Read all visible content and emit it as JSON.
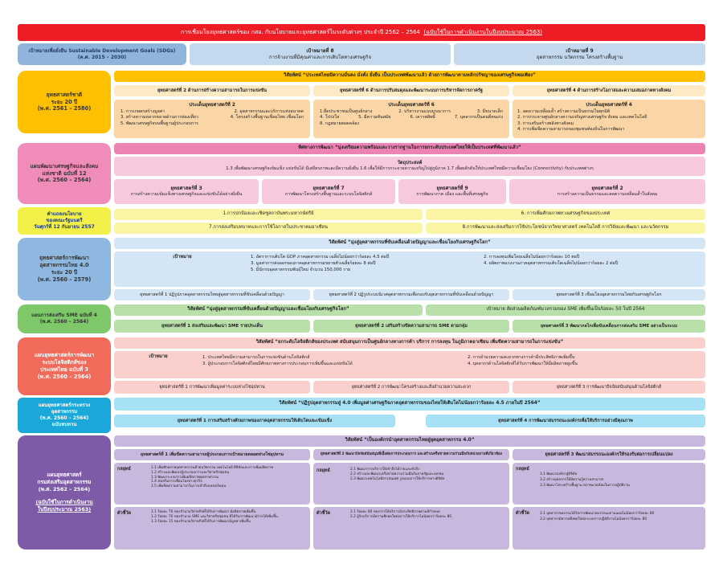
{
  "header": {
    "title": "การเชื่อมโยงยุทธศาสตร์ของ กสอ. กับนโยบายและยุทธศาสตร์ในระดับต่างๆ ประจำปี 2562 – 2564",
    "note": "(ฉบับใช้ในการดำเนินงานในปีงบประมาณ 2563)"
  },
  "sdg": {
    "title": "เป้าหมายเพื่อยั่งยืน Sustainable Development Goals (SDGs)",
    "period": "(ค.ศ. 2015 – 2030)",
    "goal8": {
      "title": "เป้าหมายที่ 8",
      "text": "การจ้างงานที่มีคุณค่าและการเติบโตทางเศรษฐกิจ"
    },
    "goal9": {
      "title": "เป้าหมายที่ 9",
      "text": "อุตสาหกรรม นวัตกรรม โครงสร้างพื้นฐาน"
    }
  },
  "national": {
    "label": [
      "ยุทธศาสตร์ชาติ",
      "ระยะ 20 ปี",
      "(พ.ศ. 2561 – 2580)"
    ],
    "vision": "วิสัยทัศน์ “ประเทศไทยมีความมั่นคง มั่งคั่ง ยั่งยืน เป็นประเทศพัฒนาแล้ว ด้วยการพัฒนาตามหลักปรัชญาของเศรษฐกิจพอเพียง”",
    "strategies": [
      {
        "title": "ยุทธศาสตร์ที่ 2 ด้านการสร้างความสามารถในการแข่งขัน",
        "sub": "ประเด็นยุทธศาสตร์ที่ 2",
        "items": [
          "1. การเกษตรสร้างมูลค่า",
          "2. อุตสาหกรรมและบริการแห่งอนาคต",
          "3. สร้างความหลากหลายด้านการท่องเที่ยว",
          "4. โครงสร้างพื้นฐานเชื่อมไทย เชื่อมโลก",
          "5. พัฒนาเศรษฐกิจบนพื้นฐานผู้ประกอบการ"
        ]
      },
      {
        "title": "ยุทธศาสตร์ที่ 6 ด้านการปรับสมดุลและพัฒนาระบบการบริหารจัดการภาครัฐ",
        "sub": "ประเด็นยุทธศาสตร์ที่ 6",
        "items": [
          "1.ยึดประชาชนเป็นศูนย์กลาง",
          "2. บริหารงานแบบบูรณาการ",
          "3. มีขนาดเล็ก",
          "4. โปร่งใส",
          "5. มีความทันสมัย",
          "6. เคารพสิทธิ์",
          "7. บุคลากรเป็นคนดีคนเก่ง",
          "8. กฎหมายสอดคล้อง"
        ]
      },
      {
        "title": "ยุทธศาสตร์ที่ 4 ด้านการสร้างโอกาสและความเสมอภาคทางสังคม",
        "sub": "ประเด็นยุทธศาสตร์ที่ 4",
        "items": [
          "1. ลดความเหลื่อมล้ำ สร้างความเป็นธรรมในทุกมิติ",
          "2. การกระจายศูนย์กลางความเจริญทางเศรษฐกิจ สังคม และเทคโนโลยี",
          "3. การเสริมสร้างพลังทางสังคม",
          "4. การเพิ่มขีดความสามารถของชุมชนท้องถิ่นในการพัฒนา"
        ]
      }
    ]
  },
  "nesdp": {
    "label": [
      "แผนพัฒนาเศรษฐกิจและสังคม",
      "แห่งชาติ ฉบับที่ 12",
      "(พ.ศ. 2560 – 2564)"
    ],
    "direction": "ทิศทางการพัฒนา “มุ่งเตรียมความพร้อมและวางรากฐานในการยกระดับประเทศไทยให้เป็นประเทศที่พัฒนาแล้ว”",
    "obj_title": "วัตถุประสงค์",
    "obj_text": "1.3 เพื่อพัฒนาเศรษฐกิจเข้มแข็ง แข่งขันได้ มีเสถียรภาพและมีความยั่งยืน   1.6 เพื่อให้มีการกระจายความเจริญไปสู่ภูมิภาค   1.7 เพื่อผลักดันให้ประเทศไทยมีความเชื่อมโยง (Connectivity) กับประเทศต่างๆ",
    "strategies": [
      {
        "t": "ยุทธศาสตร์ที่ 3",
        "d": "การสร้างความเข้มแข็งทางเศรษฐกิจและแข่งขันได้อย่างยั่งยืน"
      },
      {
        "t": "ยุทธศาสตร์ที่ 7",
        "d": "การพัฒนาโครงสร้างพื้นฐานและระบบโลจิสติกส์"
      },
      {
        "t": "ยุทธศาสตร์ที่ 9",
        "d": "การพัฒนาภาค เมือง และพื้นที่เศรษฐกิจ"
      },
      {
        "t": "ยุทธศาสตร์ที่ 2",
        "d": "การสร้างความเป็นธรรมและลดความเหลื่อมล้ำในสังคม"
      }
    ]
  },
  "policy": {
    "label": [
      "คำแถลงนโยบาย",
      "ของคณะรัฐมนตรี",
      "วันศุกร์ที่ 12 กันยายน 2557"
    ],
    "items": [
      "1.การปกป้องและเชิดชูสถาบันพระมหากษัตริย์",
      "6. การเพิ่มศักยภาพทางเศรษฐกิจของประเทศ",
      "7.การส่งเสริมบทบาทและการใช้โอกาสในประชาคมอาเซียน",
      "8.การพัฒนาและส่งเสริมการใช้ประโยชน์จากวิทยาศาสตร์ เทคโนโลยี การวิจัยและพัฒนา และนวัตกรรม"
    ]
  },
  "industry": {
    "label": [
      "ยุทธศาสตร์การพัฒนา",
      "อุตสาหกรรมไทย 4.0",
      "ระยะ 20 ปี",
      "(พ.ศ. 2560 – 2579)"
    ],
    "vision": "วิสัยทัศน์ “มุ่งสู่อุตสาหกรรมที่ขับเคลื่อนด้วยปัญญาและเชื่อมโยงกับเศรษฐกิจโลก”",
    "target_label": "เป้าหมาย",
    "targets": [
      "1. อัตราการเติบโต GDP ภาคอุตสาหกรรม เฉลี่ยไม่น้อยกว่าร้อยละ 4.5 ต่อปี",
      "2. การลงทุนเพิ่มโดยเฉลี่ยไม่น้อยกว่าร้อยละ 10 ต่อปี",
      "3. มูลค่าการส่งออกของภาคอุตสาหกรรมขยายตัวเฉลี่ยร้อยละ 8 ต่อปี",
      "4. ผลิตภาพแรงงานภาคอุตสาหกรรมเติบโตเฉลี่ยไม่น้อยกว่าร้อยละ 2 ต่อปี",
      "5. มีนักรบอุตสาหกรรมพันธุ์ใหม่ จำนวน 150,000 ราย"
    ],
    "strategies": [
      "ยุทธศาสตร์ที่ 1 ปฏิรูปภาคอุตสาหกรรมไทยสู่อุตสาหกรรมที่ขับเคลื่อนด้วยปัญญา",
      "ยุทธศาสตร์ที่ 2 ปฏิรูประบบนิเวศอุตสาหกรรมเพื่อรองรับอุตสาหกรรมที่ขับเคลื่อนด้วยปัญญา",
      "ยุทธศาสตร์ที่ 3 เชื่อมโยงอุตสาหกรรมไทยกับเศรษฐกิจโลก"
    ]
  },
  "sme": {
    "label": [
      "แผนการส่งเสริม SME ฉบับที่ 4",
      "(พ.ศ. 2560 – 2564)"
    ],
    "vision": "วิสัยทัศน์ “มุ่งสู่อุตสาหกรรมที่ขับเคลื่อนด้วยปัญญาและเชื่อมโยงกับเศรษฐกิจโลก”",
    "target": "เป้าหมาย สัดส่วนผลิตภัณฑ์มวลรวมของ SME เพิ่มขึ้นเป็นร้อยละ 50 ในปี 2564",
    "strategies": [
      "ยุทธศาสตร์ที่ 1 ส่งเสริมและพัฒนา SME รายประเด็น",
      "ยุทธศาสตร์ที่ 2 เสริมสร้างขีดความสามารถ SME ตามกลุ่ม",
      "ยุทธศาสตร์ที่ 3 พัฒนากลไกเพื่อขับเคลื่อนการส่งเสริม SME อย่างเป็นระบบ"
    ]
  },
  "logistics": {
    "label": [
      "แผนยุทธศาสตร์การพัฒนา",
      "ระบบโลจิสติกส์ของ",
      "ประเทศไทย ฉบับที่ 3",
      "(พ.ศ. 2560 – 2564)"
    ],
    "vision": "วิสัยทัศน์ “ยกระดับโลจิสติกส์ของประเทศ สนับสนุนการเป็นศูนย์กลางทางการค้า บริการ การลงทุน ในภูมิภาคอาเซียน เพิ่มขีดความสามารถในการแข่งขัน”",
    "target_label": "เป้าหมาย",
    "targets": [
      "1. ประเทศไทยมีความสามารถในการแข่งขันด้านโลจิสติกส์",
      "2. การอำนวยความสะดวกทางการค้ามีประสิทธิภาพเพิ่มขึ้น",
      "3. ผู้ประกอบการโลจิสติกส์ไทยมีศักยภาพทางการประกอบการเพิ่มขึ้นและแข่งขันได้",
      "4. บุคลากรด้านโลจิสติกส์ได้รับการพัฒนาให้มีผลิตภาพสูงขึ้น"
    ],
    "strategies": [
      "ยุทธศาสตร์ที่ 1 การพัฒนาเพิ่มมูลค่าระบบห่วงโซ่อุปทาน",
      "ยุทธศาสตร์ที่ 2 การพัฒนาโครงสร้างและสิ่งอำนวยความสะดวก",
      "ยุทธศาสตร์ที่ 3 การพัฒนาปัจจัยสนับสนุนด้านโลจิสติกส์"
    ]
  },
  "ministry": {
    "label": [
      "แผนยุทธศาสตร์กระทรวง",
      "อุตสาหกรรม",
      "(พ.ศ. 2560 – 2564)",
      "ฉบับทบทวน"
    ],
    "vision": "วิสัยทัศน์ “ปฏิรูปอุตสาหกรรมสู่ 4.0 เพิ่มมูลค่าเศรษฐกิจภาคอุตสาหกรรมของไทยให้เติบโตไม่น้อยกว่าร้อยละ 4.5 ภายในปี 2564”",
    "strategies": [
      "ยุทธศาสตร์ที่ 1 การเสริมสร้างศักยภาพของภาคอุตสาหกรรมให้เติบโตและเข้มแข็ง",
      "ยุทธศาสตร์ที่ 4 การพัฒนาสมรรถนะองค์กรเพื่อให้บริการอย่างมีคุณภาพ"
    ]
  },
  "dip": {
    "label": [
      "แผนยุทธศาสตร์",
      "กรมส่งเสริมอุตสาหกรรม",
      "(พ.ศ. 2562 – 2564)",
      "(ฉบับใช้ในการดำเนินงาน",
      "ในปีงบประมาณ 2563)"
    ],
    "vision": "วิสัยทัศน์ “เป็นองค์กรนำอุตสาหกรรมไทยสู่ยุคอุตสาหกรรม 4.0”",
    "cols": [
      {
        "title": "ยุทธศาสตร์ที่ 1 เพิ่มขีดความสามารถผู้ประกอบการเป้าหมายตลอดห่วงโซ่อุปทาน",
        "tactics": [
          "1.1 เพิ่มศักยภาพอุตสาหกรรมด้วยนวัตกรรม เทคโนโลยี ดิจิทัลและการเพิ่มผลิตภาพ",
          "1.2 สร้างและพัฒนาผู้ประกอบการและวิสาหกิจชุมชน",
          "1.3 พัฒนาระบบการเพิ่มผลิตภาพอุตสาหกรรม",
          "1.4 ส่งเสริมการเชื่อมโยงทางธุรกิจ",
          "1.5 เพิ่มขีดความสามารถในการเข้าถึงแหล่งเงินทุน"
        ],
        "indicators": [
          "1.1 ร้อยละ 70 ของจำนวนวิสาหกิจที่ได้รับการพัฒนา มีผลิตภาพเพิ่มขึ้น",
          "1.2 ร้อยละ 70 ของจำนวน SME และวิสาหกิจชุมชน ที่ได้รับการพัฒนามีรายได้เพิ่มขึ้น",
          "1.3 ร้อยละ 15 ของจำนวนวิสาหกิจที่ได้รับการพัฒนามีมูลค่าเพิ่มขึ้น"
        ]
      },
      {
        "title": "ยุทธศาสตร์ที่ 2 พัฒนาปัจจัยสนับสนุนที่เอื้อต่อการประกอบการ และสร้างเครือข่ายความร่วมมือกับหน่วยงานที่เกี่ยวข้อง",
        "tactics": [
          "2.1 พัฒนาการบริการให้เข้าถึงได้ง่ายและทั่วถึง",
          "2.2 สร้างและพัฒนาเครือข่ายความร่วมมือกับภาครัฐและเอกชน",
          "2.3 พัฒนาเทคโนโลยีสารสนเทศ รูปแบบการให้บริการทางดิจิทัล"
        ],
        "indicators": [
          "2.1 ร้อยละ 80 ของการให้บริการมีประสิทธิภาพตามที่กำหนด",
          "2.2 ผู้รับบริการมีความพึงพอใจต่อการให้บริการไม่น้อยกว่าร้อยละ 80"
        ]
      },
      {
        "title": "ยุทธศาสตร์ที่ 3 พัฒนาสมรรถนะองค์กรให้รองรับต่อการเปลี่ยนแปลง",
        "tactics": [
          "3.1 พัฒนาองค์กรสู่ดิจิทัล",
          "3.2 สร้างบุคลากรให้มีความรู้ความสามารถ",
          "3.3 พัฒนาโครงสร้างพื้นฐาน สภาพแวดล้อมในการปฏิบัติงาน"
        ],
        "indicators": [
          "3.1 บุคลากรของกรมได้รับการพัฒนาสมรรถนะตามแผนไม่น้อยกว่าร้อยละ 80",
          "3.2 บุคลากรมีความพึงพอใจต่อระบบการปฏิบัติงานไม่น้อยกว่าร้อยละ 80"
        ]
      }
    ],
    "tactic_label": "กลยุทธ์",
    "indicator_label": "ตัวชี้วัด"
  }
}
